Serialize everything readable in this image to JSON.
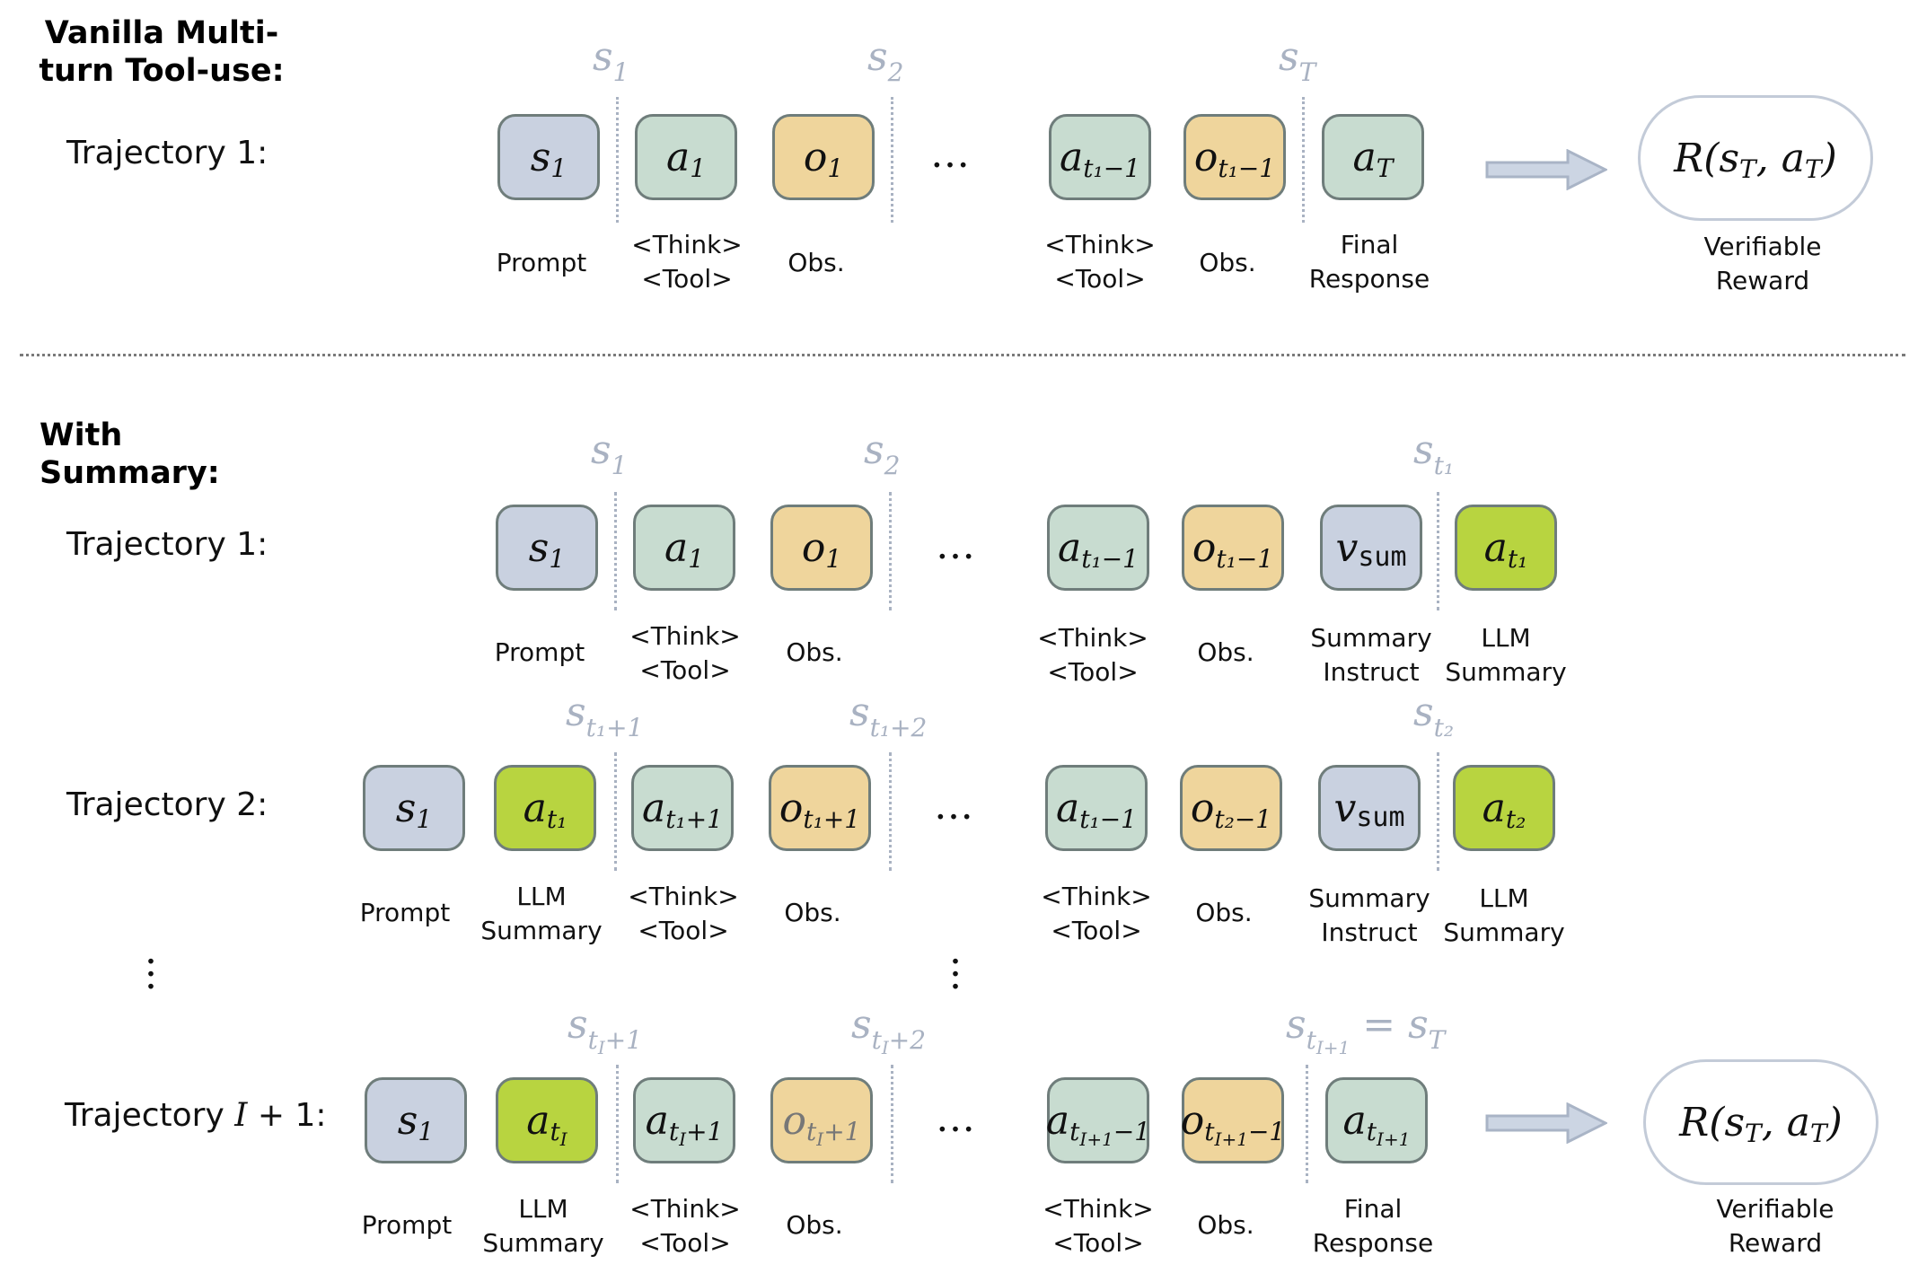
{
  "sections": {
    "vanilla": {
      "title": "Vanilla Multi-turn Tool-use:"
    },
    "summary": {
      "title": "With Summary:"
    }
  },
  "captions": {
    "prompt": "Prompt",
    "think": "<Think>",
    "tool": "<Tool>",
    "obs": "Obs.",
    "final": "Final",
    "response": "Response",
    "summary_word": "Summary",
    "instruct": "Instruct",
    "llm": "LLM",
    "verifiable": "Verifiable",
    "reward": "Reward"
  },
  "rows": {
    "v1": {
      "label": "Trajectory 1:"
    },
    "s1": {
      "label": "Trajectory 1:"
    },
    "s2": {
      "label": "Trajectory 2:"
    },
    "s3": {
      "label_prefix": "Trajectory ",
      "label_var": "I",
      "label_suffix": " + 1:"
    }
  },
  "math": {
    "s": "s",
    "a": "a",
    "o": "o",
    "v": "v",
    "R": "R",
    "T": "T",
    "I": "I",
    "one": "1",
    "two": "2",
    "t": "t",
    "sum": "sum",
    "t1m1": "t₁−1",
    "t1": "t₁",
    "t2": "t₂",
    "t1p1": "t₁+1",
    "t1p2": "t₁+2",
    "t2m1": "t₂−1",
    "tI": "t",
    "Isub": "I",
    "Ip1": "I+1",
    "p1": "+1",
    "p2": "+2",
    "m1": "−1",
    "eq": " = s",
    "reward_expr": "R(s",
    "comma": ", a",
    "close": ")",
    "ellipsis": "…"
  },
  "colors": {
    "state_box": "#c9d1e0",
    "action_box": "#c8dcd0",
    "obs_box": "#efd59c",
    "llm_summary_box": "#b8d440",
    "state_label": "#a9b2c2"
  }
}
